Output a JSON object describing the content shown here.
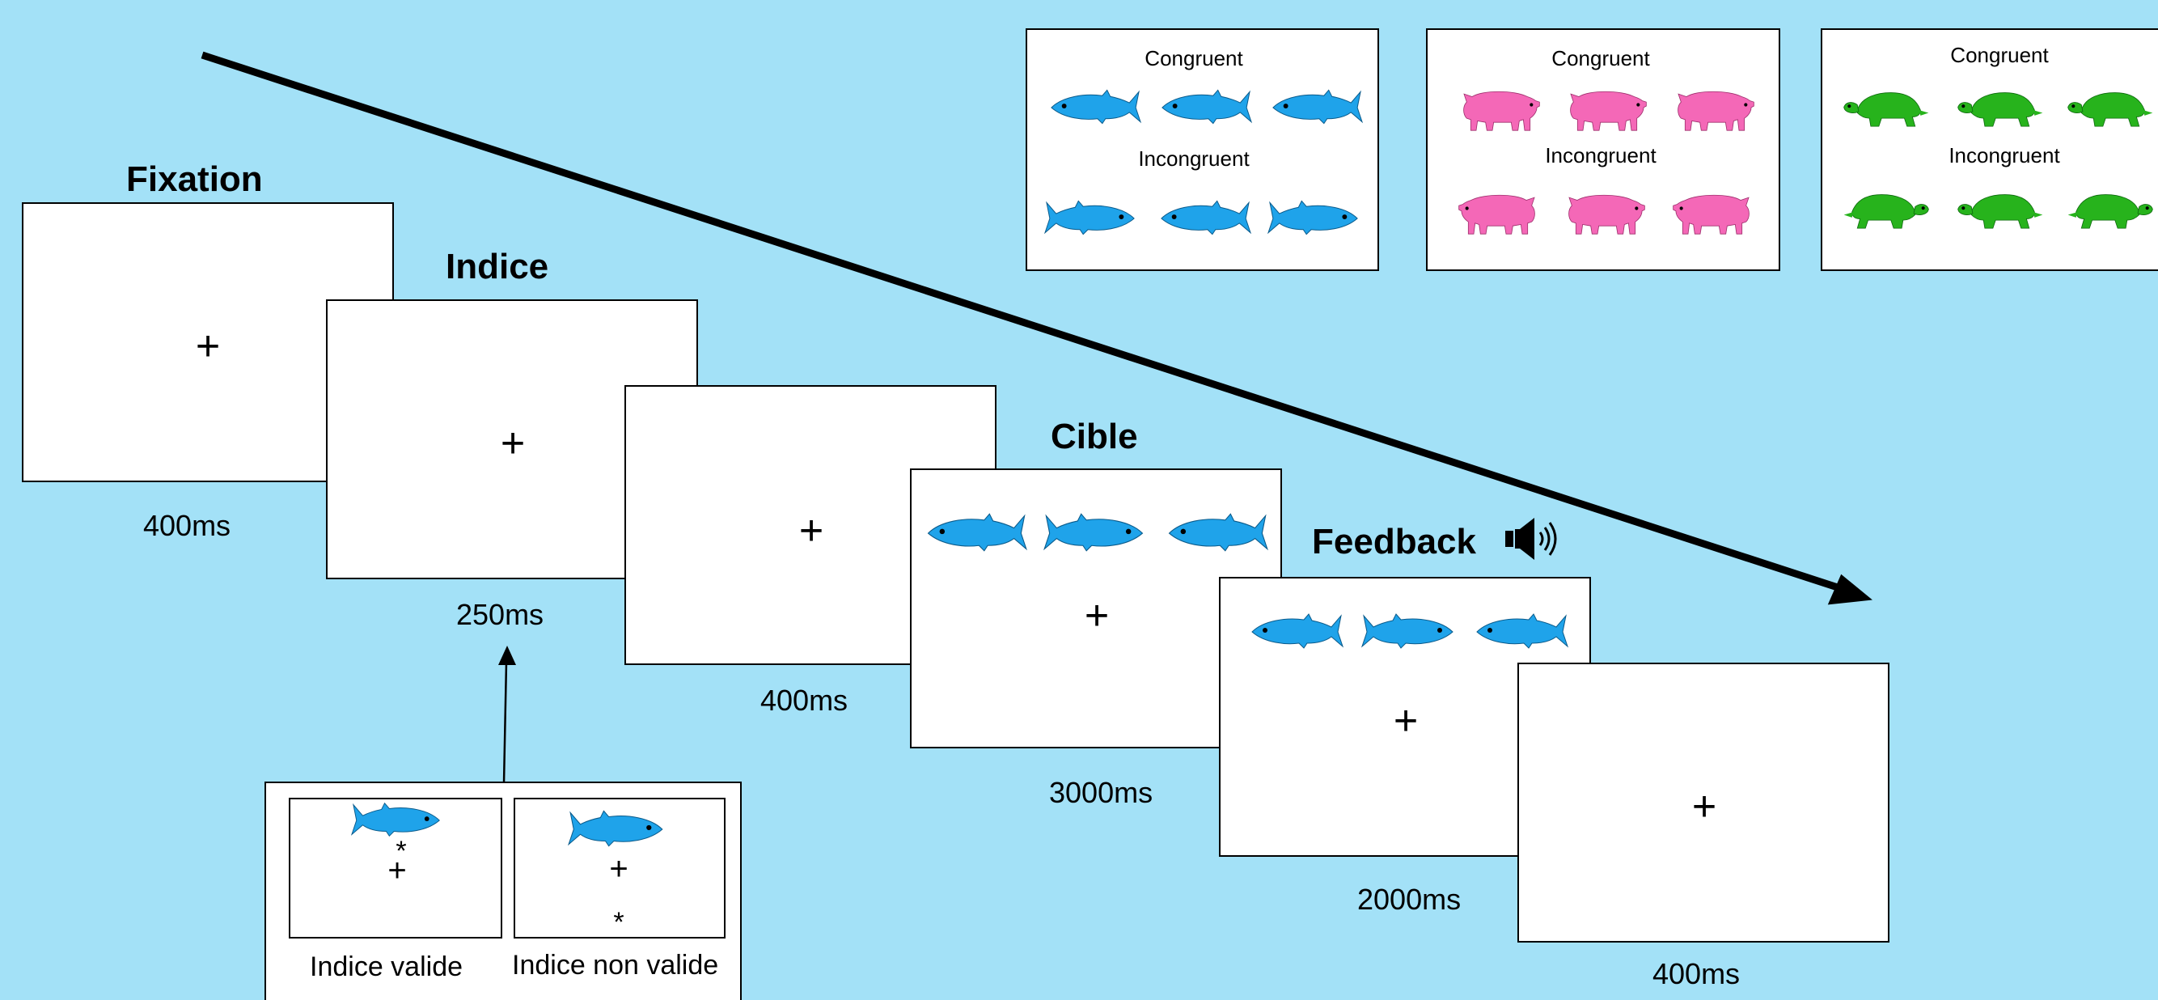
{
  "stages": {
    "fixation": {
      "title": "Fixation",
      "duration": "400ms"
    },
    "indice": {
      "title": "Indice",
      "duration": "250ms"
    },
    "blank": {
      "duration": "400ms"
    },
    "cible": {
      "title": "Cible",
      "duration": "3000ms"
    },
    "feedback": {
      "title": "Feedback",
      "duration": "2000ms"
    },
    "final": {
      "duration": "400ms"
    }
  },
  "fixation_symbol": "+",
  "cue_symbol": "*",
  "cue_inset": {
    "valid_label": "Indice valide",
    "invalid_label": "Indice non valide"
  },
  "examples": {
    "congruent_label": "Congruent",
    "incongruent_label": "Incongruent",
    "fish_color": "#1fa3ea",
    "pig_color": "#f468b7",
    "turtle_color": "#27b31c"
  },
  "icons": [
    "speaker-icon",
    "fish-icon",
    "pig-icon",
    "turtle-icon",
    "time-arrow"
  ]
}
